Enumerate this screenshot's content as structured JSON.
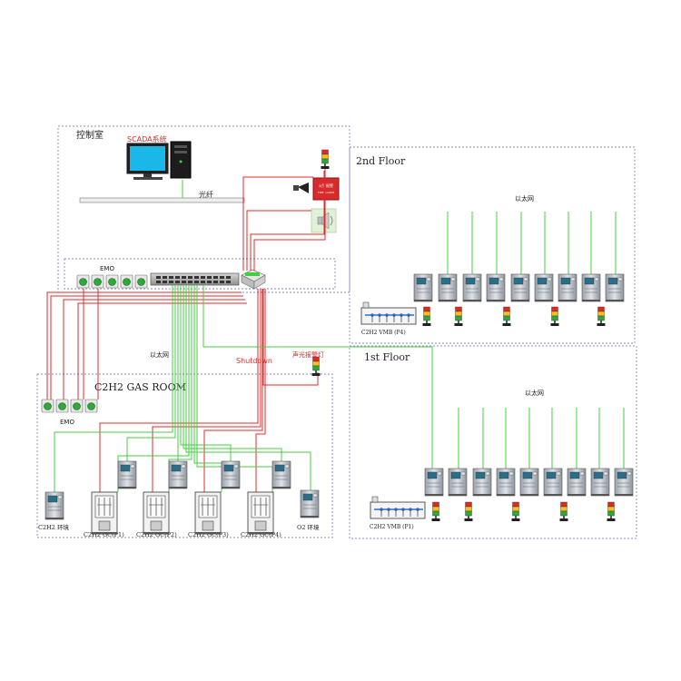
{
  "control_room": {
    "title": "控制室",
    "scada_label": "SCADA系统",
    "fiber_label": "光纤",
    "emo_label": "EMO"
  },
  "floor2": {
    "title": "2nd Floor",
    "ethernet_label": "以太网",
    "vmb_label": "C2H2 VMB (P4)"
  },
  "floor1": {
    "title": "1st Floor",
    "ethernet_label": "以太网",
    "vmb_label": "C2H2 VMB (P1)"
  },
  "gas_room": {
    "title": "C2H2 GAS ROOM",
    "emo_label": "EMO",
    "ethernet_label": "以太网",
    "shutdown_label": "Shutdown",
    "alarm_label": "声光报警灯",
    "env_left_label": "C2H2 环境",
    "env_right_label": "O2 环境",
    "gc_labels": [
      "C2H2 GC(P1)",
      "C2H2 GC(P2)",
      "C2H2 GC(P3)",
      "C2H2 GC(P4)"
    ]
  },
  "alarm_panel": {
    "line1": "火警报警",
    "line2": "FIRE ALARM"
  },
  "colors": {
    "border": "#8a8acc",
    "red_wire": "#e02828",
    "green_wire": "#44cc44",
    "dark_green_wire": "#1f8a2a",
    "monitor": "#19b8e8",
    "alarm_red": "#d92b2b"
  }
}
